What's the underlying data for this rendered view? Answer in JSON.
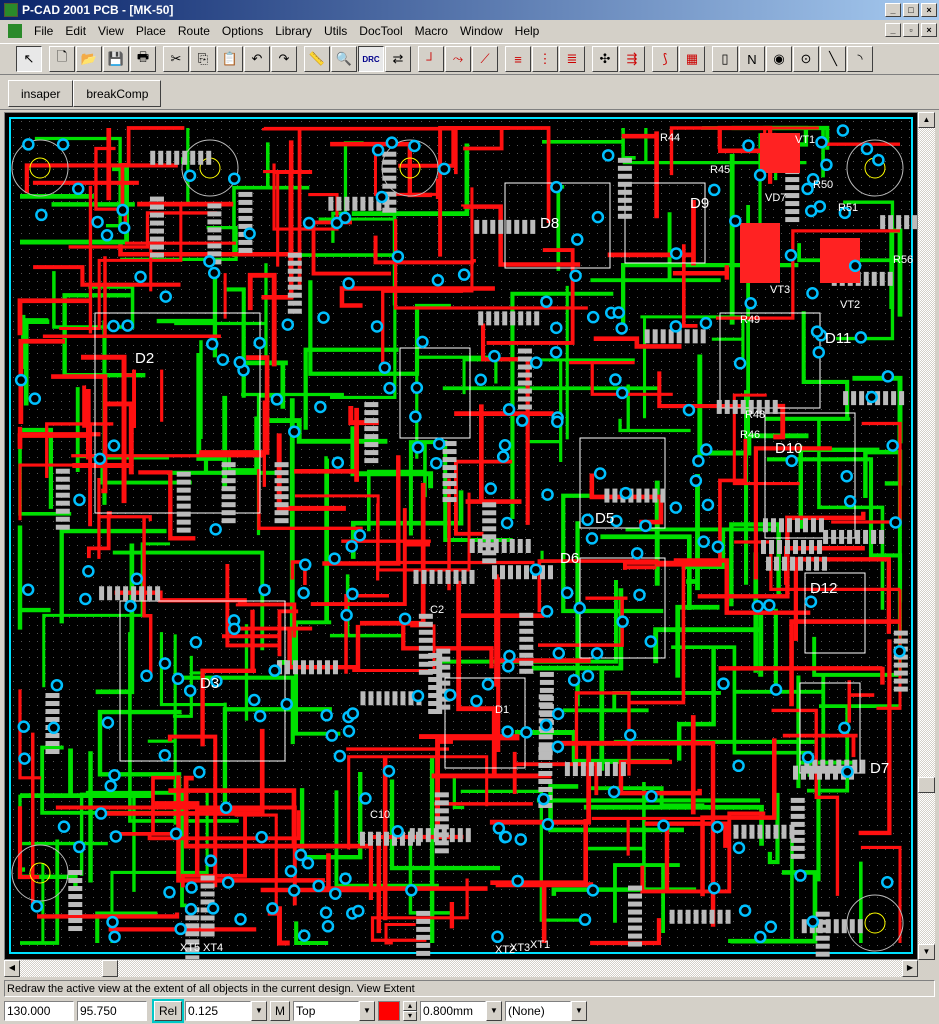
{
  "window": {
    "title": "P-CAD 2001 PCB - [MK-50]"
  },
  "menu": [
    "File",
    "Edit",
    "View",
    "Place",
    "Route",
    "Options",
    "Library",
    "Utils",
    "DocTool",
    "Macro",
    "Window",
    "Help"
  ],
  "toolbar": [
    "select-icon",
    "new-icon",
    "open-icon",
    "save-icon",
    "print-icon",
    "cut-icon",
    "copy-icon",
    "paste-icon",
    "undo-icon",
    "redo-icon",
    "measure-icon",
    "zoom-icon",
    "drc-icon",
    "netlist-icon",
    "route-manual-icon",
    "route-interactive-icon",
    "route-miter-icon",
    "route-bus-icon",
    "fanout-icon",
    "multi-trace-icon",
    "optimize-icon",
    "push-trace-icon",
    "gloss-icon",
    "autorouter-icon",
    "component-icon",
    "connection-icon",
    "pad-icon",
    "via-icon",
    "line-icon",
    "arc-icon"
  ],
  "drc_label": "DRC",
  "toolbar2": {
    "buttons": [
      "insaper",
      "breakComp"
    ]
  },
  "pcb": {
    "labels": [
      "D2",
      "D3",
      "D5",
      "D6",
      "D7",
      "D8",
      "D9",
      "D10",
      "D11",
      "D12",
      "VT1",
      "VT2",
      "VT3",
      "R50",
      "R51",
      "R56",
      "R44",
      "R45",
      "R49",
      "R48",
      "R46",
      "VD7",
      "C2",
      "C10",
      "D1",
      "XT1",
      "XT2",
      "XT3",
      "XT4",
      "XT5"
    ]
  },
  "status": {
    "message": "Redraw the active view at the extent of all objects in the current design. View Extent"
  },
  "bottom": {
    "x": "130.000",
    "y": "95.750",
    "rel": "Rel",
    "grid": "0.125",
    "m": "M",
    "layer": "Top",
    "width": "0.800mm",
    "net": "(None)",
    "layer_color": "#ff0000"
  }
}
